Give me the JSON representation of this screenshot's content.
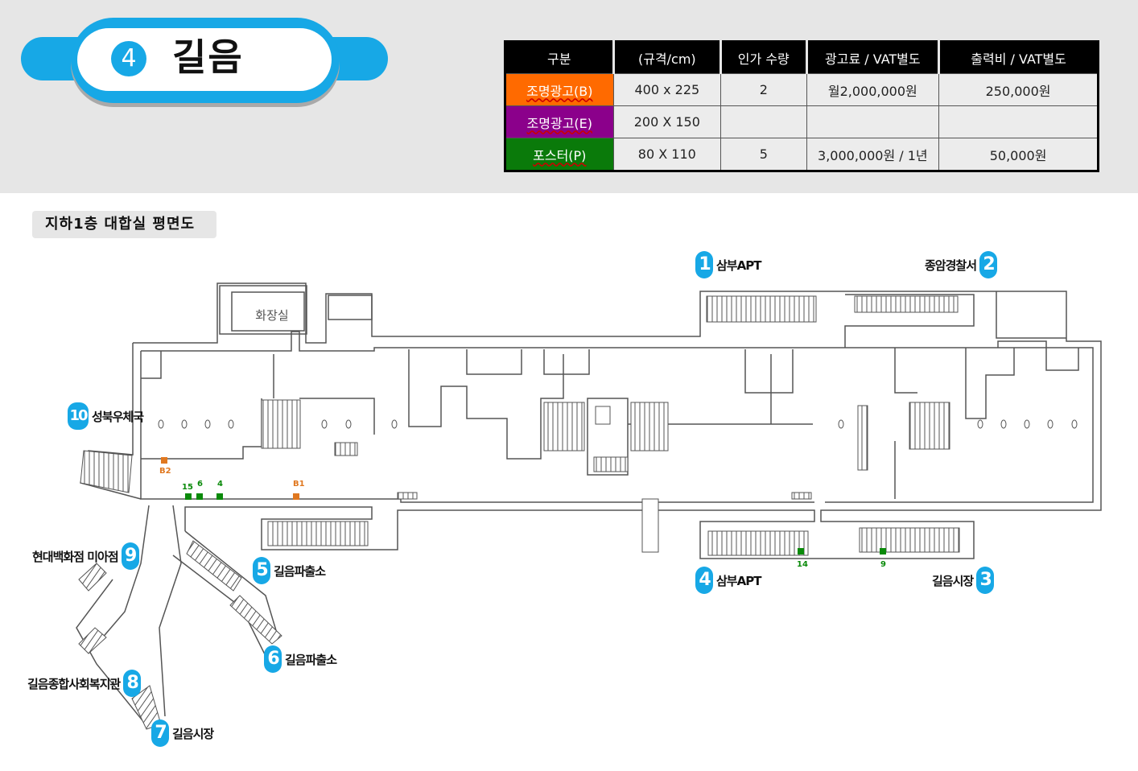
{
  "header": {
    "number": "4",
    "station": "길음"
  },
  "price_table": {
    "headers": [
      "구분",
      "(규격/cm)",
      "인가 수량",
      "광고료 / VAT별도",
      "출력비 / VAT별도"
    ],
    "rows": [
      {
        "label": "조명광고(B)",
        "color": "#ff6a00",
        "size": "400 x 225",
        "qty": "2",
        "fee": "월2,000,000원",
        "print": "250,000원"
      },
      {
        "label": "조명광고(E)",
        "color": "#8b008b",
        "size": "200 X 150",
        "qty": "",
        "fee": "",
        "print": ""
      },
      {
        "label": "포스터(P)",
        "color": "#0a7a0a",
        "size": "80 X 110",
        "qty": "5",
        "fee": "3,000,000원 / 1년",
        "print": "50,000원"
      }
    ]
  },
  "plan": {
    "title": "지하1층 대합실 평면도",
    "toilet": "화장실",
    "exits": [
      {
        "num": "1",
        "name": "삼부APT"
      },
      {
        "num": "2",
        "name": "종암경찰서"
      },
      {
        "num": "3",
        "name": "길음시장"
      },
      {
        "num": "4",
        "name": "삼부APT"
      },
      {
        "num": "5",
        "name": "길음파출소"
      },
      {
        "num": "6",
        "name": "길음파출소"
      },
      {
        "num": "7",
        "name": "길음시장"
      },
      {
        "num": "8",
        "name": "길음종합사회복지관"
      },
      {
        "num": "9",
        "name": "현대백화점 미아점"
      },
      {
        "num": "10",
        "name": "성북우체국"
      }
    ],
    "markers": [
      {
        "id": "B2",
        "color": "#e07820"
      },
      {
        "id": "B1",
        "color": "#e07820"
      },
      {
        "id": "15",
        "color": "#0a8a0a"
      },
      {
        "id": "6",
        "color": "#0a8a0a"
      },
      {
        "id": "4",
        "color": "#0a8a0a"
      },
      {
        "id": "14",
        "color": "#0a8a0a"
      },
      {
        "id": "9",
        "color": "#0a8a0a"
      }
    ]
  }
}
